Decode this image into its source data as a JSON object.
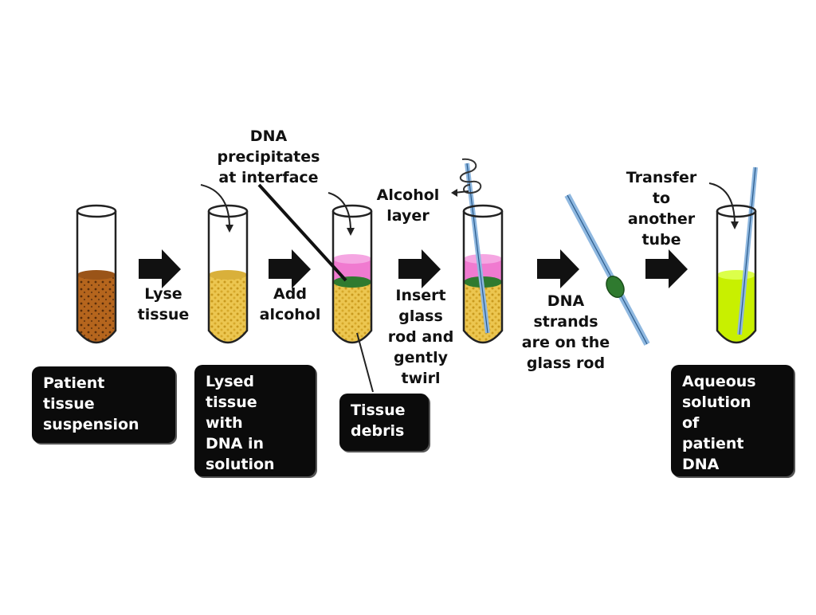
{
  "steps": {
    "lyse": "Lyse\ntissue",
    "add_alcohol": "Add\nalcohol",
    "insert_rod": "Insert\nglass\nrod and\ngently\ntwirl",
    "dna_strands": "DNA\nstrands\nare on the\nglass rod",
    "transfer": "Transfer\nto\nanother\ntube"
  },
  "callouts": {
    "dna_precipitates": "DNA\nprecipitates\nat interface",
    "alcohol_layer": "Alcohol\nlayer"
  },
  "boxes": {
    "patient_tissue": "Patient\ntissue\nsuspension",
    "lysed_tissue": "Lysed\ntissue\nwith\nDNA in\nsolution",
    "tissue_debris": "Tissue\ndebris",
    "aqueous_solution": "Aqueous\nsolution\nof\npatient\nDNA"
  },
  "colors": {
    "tissue_brown": "#b5651d",
    "lysate_yellow": "#e8c24a",
    "alcohol_pink": "#f07ad0",
    "dna_green": "#2f7a2f",
    "aqueous_green": "#c8f000",
    "glass_rod": "#8fb8e0"
  }
}
